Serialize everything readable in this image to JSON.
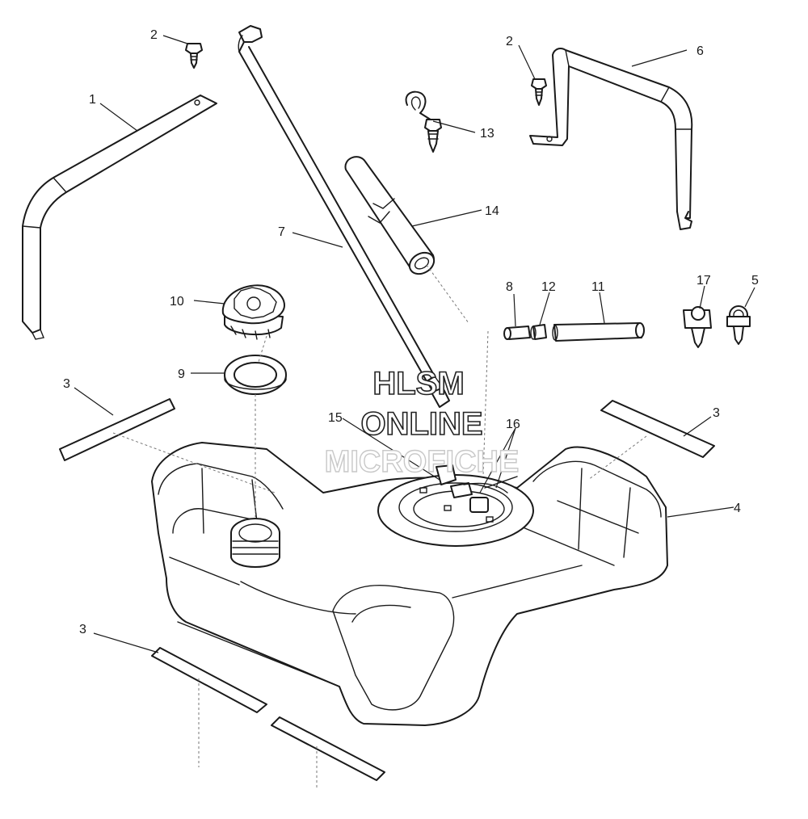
{
  "watermark": {
    "line1": "HLSM",
    "line2": "ONLINE",
    "line3": "MICROFICHE"
  },
  "callouts": {
    "c1": "1",
    "c2a": "2",
    "c2b": "2",
    "c3a": "3",
    "c3b": "3",
    "c3c": "3",
    "c4": "4",
    "c5": "5",
    "c6": "6",
    "c7": "7",
    "c8": "8",
    "c9": "9",
    "c10": "10",
    "c11": "11",
    "c12": "12",
    "c13": "13",
    "c14": "14",
    "c15": "15",
    "c16": "16",
    "c17": "17"
  }
}
